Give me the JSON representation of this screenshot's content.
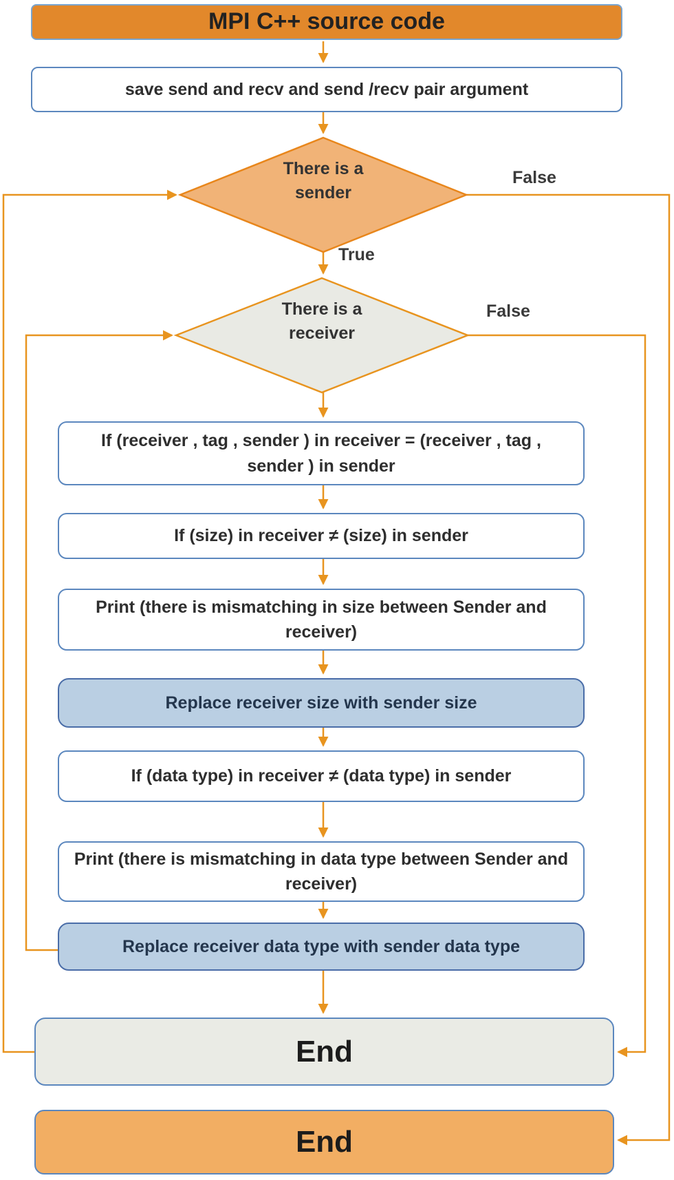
{
  "figure": {
    "title": "MPI C++ source code",
    "start_box": "save send and recv and  send /recv pair argument",
    "sender_decision": {
      "line1": "There is a",
      "line2": "sender"
    },
    "receiver_decision": {
      "line1": "There is a",
      "line2": "receiver"
    },
    "branch_labels": {
      "sender_true": "True",
      "sender_false": "False",
      "receiver_false": "False"
    },
    "check_pair": "If (receiver , tag , sender ) in receiver = (receiver , tag , sender ) in sender",
    "check_size": "If (size) in receiver ≠ (size) in sender",
    "print_size_mismatch": {
      "pre": "Print (there is ",
      "bold": "mismatching",
      "post": " in size between Sender and receiver)"
    },
    "replace_size": "Replace receiver size with sender size",
    "check_datatype": "If (data type) in receiver ≠ (data type) in sender",
    "print_datatype_mismatch": {
      "pre": "Print (there is ",
      "bold": "mismatching",
      "post": " in data type between Sender and receiver)"
    },
    "replace_datatype": "Replace receiver data type with sender data type",
    "end_loop": "End",
    "end_final": "End"
  },
  "colors": {
    "accent_orange": "#e2882b",
    "diamond_orange_fill": "#f1b377",
    "end_orange_fill": "#f2ae63",
    "connector_orange": "#e8941f",
    "process_blue_fill": "#bacfe3",
    "box_border_blue": "#5b87be",
    "neutral_gray_fill": "#eaebe5",
    "text_dark": "#2e2e2e"
  }
}
